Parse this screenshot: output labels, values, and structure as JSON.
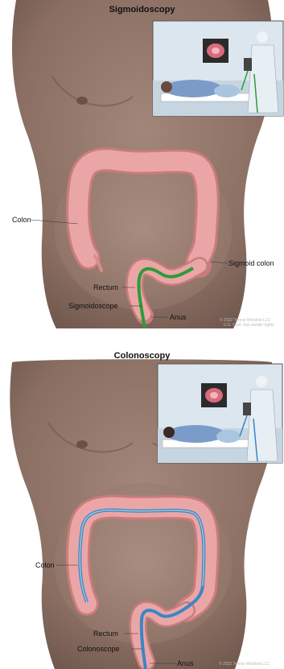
{
  "sigmoidoscopy": {
    "title": "Sigmoidoscopy",
    "labels": {
      "colon": "Colon",
      "sigmoid_colon": "Sigmoid colon",
      "rectum": "Rectum",
      "scope": "Sigmoidoscope",
      "anus": "Anus"
    },
    "credit_line1": "© 2022 Terese Winslow LLC",
    "credit_line2": "U.S. Govt. has certain rights"
  },
  "colonoscopy": {
    "title": "Colonoscopy",
    "labels": {
      "colon": "Colon",
      "rectum": "Rectum",
      "scope": "Colonoscope",
      "anus": "Anus"
    },
    "credit_line1": "© 2022 Terese Winslow LLC"
  },
  "colors": {
    "skin": "#8a6e62",
    "colon": "#e9a3a3",
    "sigmoidoscope": "#2f9a3a",
    "colonoscope": "#3b86c4",
    "inset_background": "#dbe6ef"
  }
}
